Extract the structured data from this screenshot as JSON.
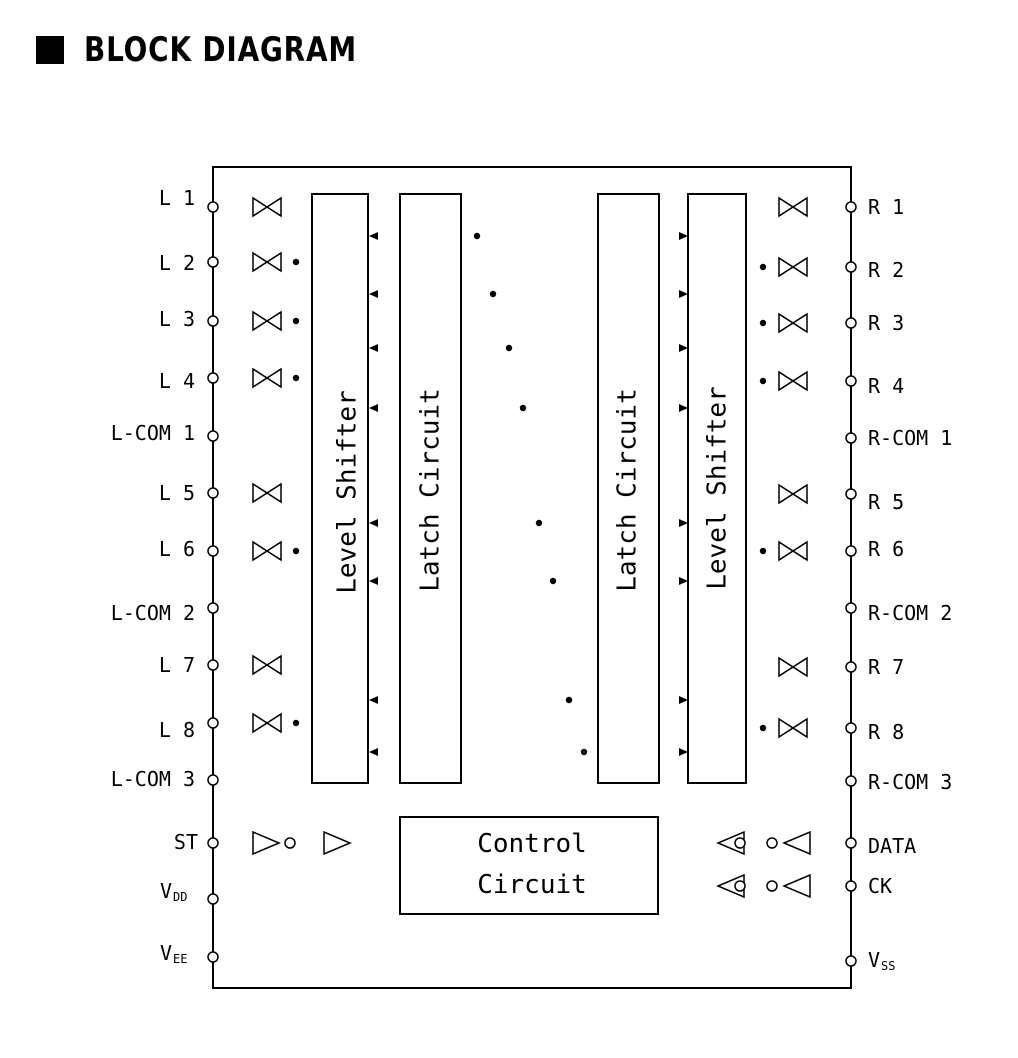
{
  "title": "BLOCK DIAGRAM",
  "left_pins": [
    {
      "id": "L1",
      "label": "L 1"
    },
    {
      "id": "L2",
      "label": "L 2"
    },
    {
      "id": "L3",
      "label": "L 3"
    },
    {
      "id": "L4",
      "label": "L 4"
    },
    {
      "id": "LC1",
      "label": "L-COM 1"
    },
    {
      "id": "L5",
      "label": "L 5"
    },
    {
      "id": "L6",
      "label": "L 6"
    },
    {
      "id": "LC2",
      "label": "L-COM 2"
    },
    {
      "id": "L7",
      "label": "L 7"
    },
    {
      "id": "L8",
      "label": "L 8"
    },
    {
      "id": "LC3",
      "label": "L-COM 3"
    },
    {
      "id": "ST",
      "label": "ST"
    }
  ],
  "right_pins": [
    {
      "id": "R1",
      "label": "R 1"
    },
    {
      "id": "R2",
      "label": "R 2"
    },
    {
      "id": "R3",
      "label": "R 3"
    },
    {
      "id": "R4",
      "label": "R 4"
    },
    {
      "id": "RC1",
      "label": "R-COM 1"
    },
    {
      "id": "R5",
      "label": "R 5"
    },
    {
      "id": "R6",
      "label": "R 6"
    },
    {
      "id": "RC2",
      "label": "R-COM 2"
    },
    {
      "id": "R7",
      "label": "R 7"
    },
    {
      "id": "R8",
      "label": "R 8"
    },
    {
      "id": "RC3",
      "label": "R-COM 3"
    },
    {
      "id": "DATA",
      "label": "DATA"
    },
    {
      "id": "CK",
      "label": "CK"
    }
  ],
  "power": {
    "vdd_main": "V",
    "vdd_sub": "DD",
    "vee_main": "V",
    "vee_sub": "EE",
    "vss_main": "V",
    "vss_sub": "SS"
  },
  "blocks": {
    "level_shifter_left": "Level Shifter",
    "latch_left": "Latch Circuit",
    "latch_right": "Latch Circuit",
    "level_shifter_right": "Level Shifter",
    "control_line1": "Control",
    "control_line2": "Circuit"
  }
}
